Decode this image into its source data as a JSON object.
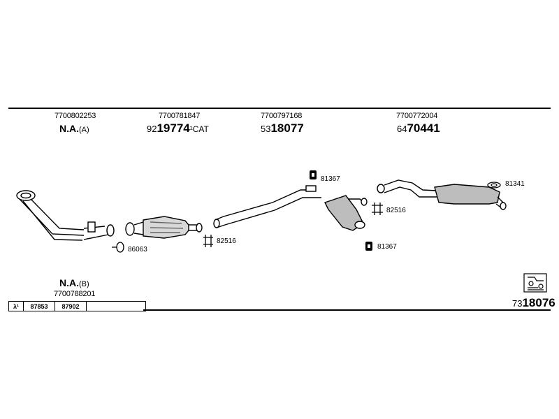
{
  "top_parts": [
    {
      "ref": "7700802253",
      "code_main": "N.A.",
      "code_suffix": "(A)",
      "code_prefix": ""
    },
    {
      "ref": "7700781847",
      "code_prefix": "92",
      "code_main": "19774",
      "code_suffix": "¹CAT"
    },
    {
      "ref": "7700797168",
      "code_prefix": "53",
      "code_main": "18077",
      "code_suffix": ""
    },
    {
      "ref": "7700772004",
      "code_prefix": "64",
      "code_main": "70441",
      "code_suffix": ""
    }
  ],
  "fittings": {
    "clamp_86063": "86063",
    "hanger_82516_left": "82516",
    "rubber_81367_top": "81367",
    "rubber_81367_bottom": "81367",
    "hanger_82516_right": "82516",
    "rubber_81341": "81341"
  },
  "bottom_left": {
    "code_main": "N.A.",
    "code_suffix": "(B)",
    "ref": "7700788201",
    "table": [
      "λ¹",
      "87853",
      "87902",
      ""
    ]
  },
  "bottom_right": {
    "code_prefix": "73",
    "code_main": "18076"
  }
}
